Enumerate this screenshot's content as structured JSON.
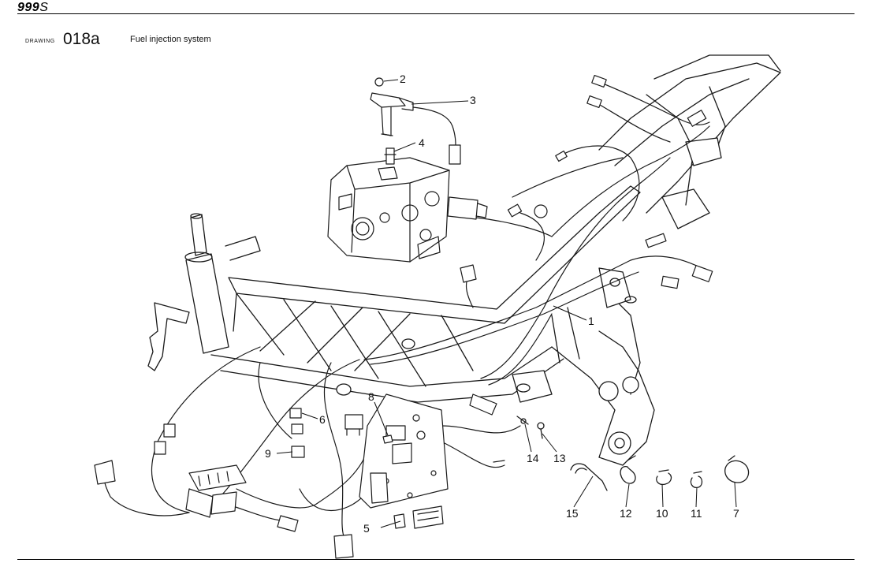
{
  "header": {
    "model_number": "999",
    "model_suffix": "S"
  },
  "drawing": {
    "keyword": "DRAWING",
    "number": "018a",
    "title": "Fuel injection system"
  },
  "callouts": [
    "1",
    "2",
    "3",
    "4",
    "5",
    "6",
    "7",
    "8",
    "9",
    "10",
    "11",
    "12",
    "13",
    "14",
    "15"
  ],
  "colors": {
    "ink": "#1a1a1a",
    "background": "#ffffff"
  }
}
